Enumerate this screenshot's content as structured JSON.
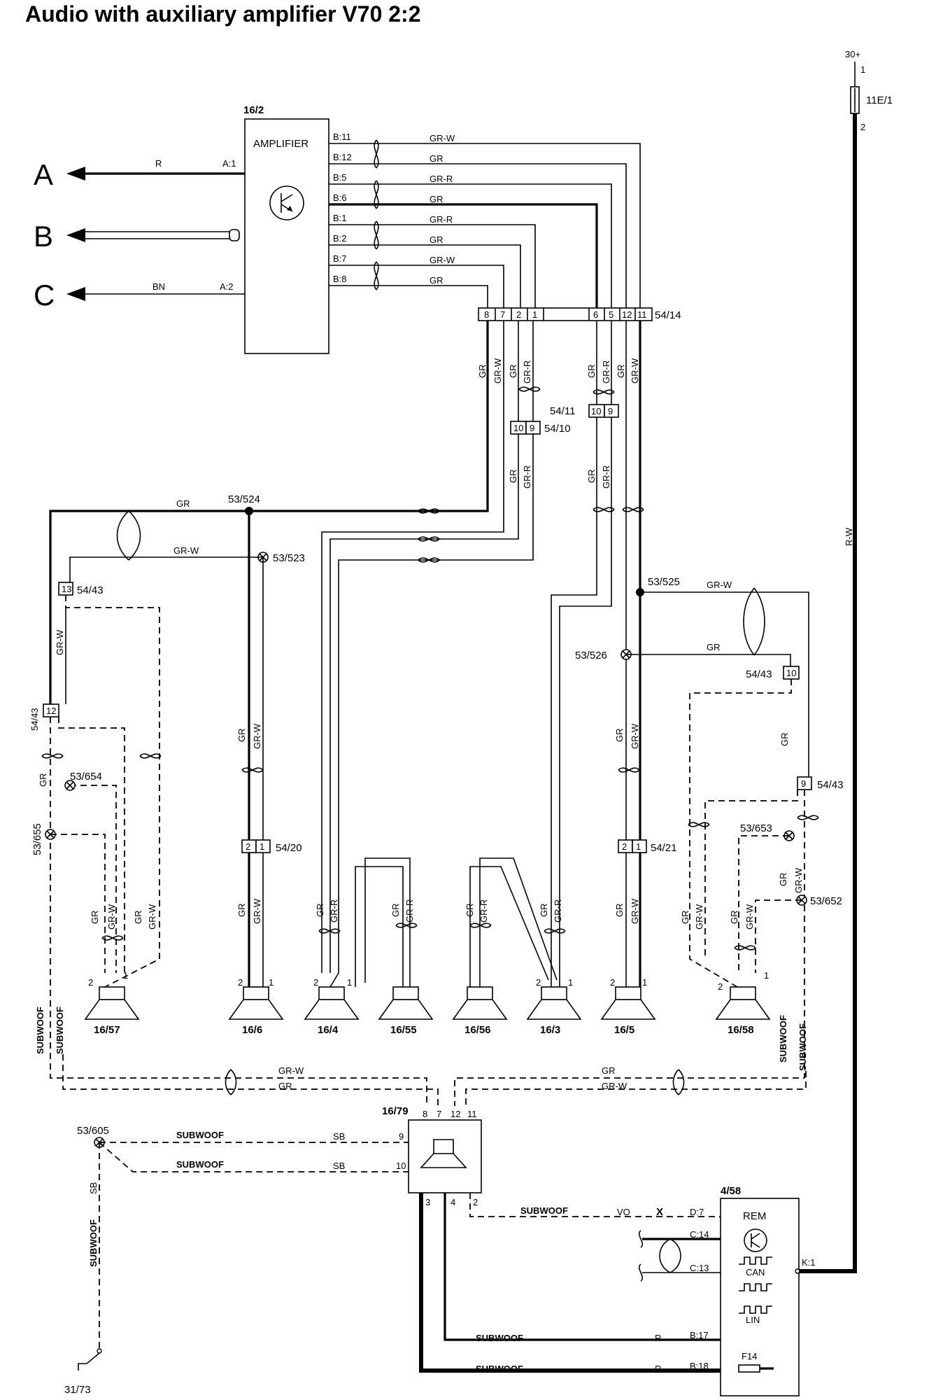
{
  "title": "Audio with auxiliary amplifier V70 2:2",
  "connectors": {
    "a": "A",
    "b": "B",
    "c": "C"
  },
  "amplifier": {
    "id": "16/2",
    "label": "AMPLIFIER",
    "pins": [
      "B:11",
      "B:12",
      "B:5",
      "B:6",
      "B:1",
      "B:2",
      "B:7",
      "B:8"
    ],
    "wires": [
      "GR-W",
      "GR",
      "GR-R",
      "GR",
      "GR-R",
      "GR",
      "GR-W",
      "GR"
    ],
    "a1": "A:1",
    "a1_wire": "R",
    "a2": "A:2",
    "a2_wire": "BN"
  },
  "connector_54_14": {
    "id": "54/14",
    "pins": [
      "8",
      "7",
      "2",
      "1",
      "6",
      "5",
      "12",
      "11"
    ]
  },
  "connector_54_10": {
    "id": "54/10",
    "pins": [
      "10",
      "9"
    ]
  },
  "connector_54_11": {
    "id": "54/11",
    "pins": [
      "10",
      "9"
    ]
  },
  "connector_54_20": {
    "id": "54/20",
    "pins": [
      "2",
      "1"
    ]
  },
  "connector_54_21": {
    "id": "54/21",
    "pins": [
      "2",
      "1"
    ]
  },
  "connector_54_43": {
    "id": "54/43",
    "pin13": "13",
    "pin12": "12",
    "pin10": "10",
    "pin9": "9"
  },
  "splices": [
    "53/524",
    "53/523",
    "53/525",
    "53/526",
    "53/654",
    "53/655",
    "53/653",
    "53/652",
    "53/605"
  ],
  "fuse": {
    "supply": "30+",
    "id": "11E/1",
    "pin1": "1",
    "pin2": "2",
    "wire": "R-W"
  },
  "speakers": [
    "16/57",
    "16/6",
    "16/4",
    "16/55",
    "16/56",
    "16/3",
    "16/5",
    "16/58"
  ],
  "speaker_pins": {
    "p1": "1",
    "p2": "2"
  },
  "wire_labels": {
    "gr": "GR",
    "grw": "GR-W",
    "grr": "GR-R",
    "sb": "SB",
    "vo": "VO",
    "r": "R",
    "x": "X"
  },
  "subwoofer": {
    "id": "16/79",
    "label": "SUBWOOF",
    "pins": [
      "8",
      "7",
      "12",
      "11",
      "9",
      "10",
      "3",
      "4",
      "2"
    ]
  },
  "rem": {
    "id": "4/58",
    "label": "REM",
    "pins": [
      "D:7",
      "C:14",
      "C:13",
      "K:1",
      "B:17",
      "B:18"
    ],
    "can": "CAN",
    "lin": "LIN",
    "fuse": "F14"
  },
  "ground": "31/73"
}
